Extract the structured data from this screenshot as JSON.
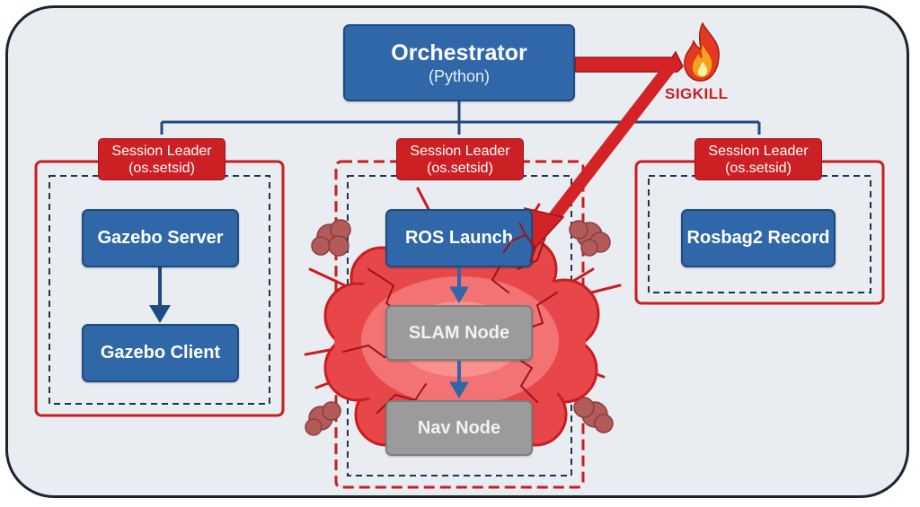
{
  "orchestrator": {
    "title": "Orchestrator",
    "subtitle": "(Python)"
  },
  "signal": {
    "label": "SIGKILL",
    "icon": "fire-icon"
  },
  "sessions": [
    {
      "leader_title": "Session Leader",
      "leader_sub": "(os.setsid)",
      "nodes": [
        "Gazebo Server",
        "Gazebo Client"
      ]
    },
    {
      "leader_title": "Session Leader",
      "leader_sub": "(os.setsid)",
      "nodes": [
        "ROS Launch",
        "SLAM Node",
        "Nav Node"
      ],
      "state": "killed"
    },
    {
      "leader_title": "Session Leader",
      "leader_sub": "(os.setsid)",
      "nodes": [
        "Rosbag2 Record"
      ]
    }
  ],
  "colors": {
    "process_box": "#2f67a8",
    "leader_badge": "#cc2024",
    "killed_node": "#9b9b9b",
    "explosion": "#e8474a",
    "background": "#e9edf2"
  }
}
